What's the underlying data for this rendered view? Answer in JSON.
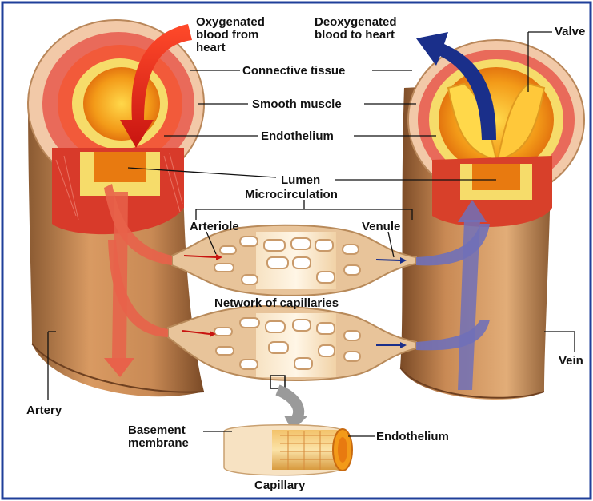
{
  "labels": {
    "oxygenated_line1": "Oxygenated",
    "oxygenated_line2": "blood from",
    "oxygenated_line3": "heart",
    "deoxygenated_line1": "Deoxygenated",
    "deoxygenated_line2": "blood to heart",
    "valve": "Valve",
    "connective_tissue": "Connective tissue",
    "smooth_muscle": "Smooth muscle",
    "endothelium": "Endothelium",
    "lumen": "Lumen",
    "microcirculation": "Microcirculation",
    "arteriole": "Arteriole",
    "venule": "Venule",
    "network_of_capillaries": "Network of capillaries",
    "artery": "Artery",
    "vein": "Vein",
    "basement_line1": "Basement",
    "basement_line2": "membrane",
    "capillary_endothelium": "Endothelium",
    "capillary": "Capillary"
  },
  "colors": {
    "frame_border": "#1f3f9a",
    "vessel_outer": "#c98a55",
    "vessel_shadow": "#8a5a32",
    "connective": "#f2c9a8",
    "smooth_muscle": "#e23a2a",
    "endothelium": "#f6dc6a",
    "lumen": "#e87a10",
    "oxygenated_arrow": "#e0261c",
    "deoxygenated_arrow": "#1a2f8a",
    "venous_flow": "#7070b8",
    "capillary_tan": "#e8c49a"
  }
}
